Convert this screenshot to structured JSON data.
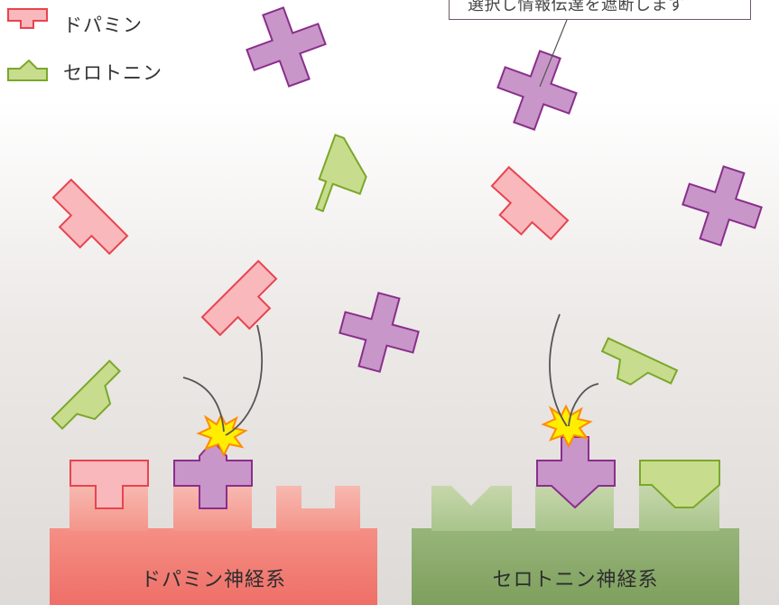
{
  "legend": {
    "dopamine_label": "ドパミン",
    "serotonin_label": "セロトニン"
  },
  "callout": {
    "text": "選択し情報伝達を遮断します"
  },
  "systems": {
    "dopamine_label": "ドパミン神経系",
    "serotonin_label": "セロトニン神経系"
  },
  "colors": {
    "dopamine_fill": "#f9b8bc",
    "dopamine_stroke": "#e8444f",
    "serotonin_fill": "#c8dc8e",
    "serotonin_stroke": "#7aa829",
    "drug_fill": "#c896c8",
    "drug_stroke": "#8a2e8c",
    "dopamine_base": "#f07a72",
    "serotonin_base": "#8aab66",
    "spark": "#ffee00"
  }
}
